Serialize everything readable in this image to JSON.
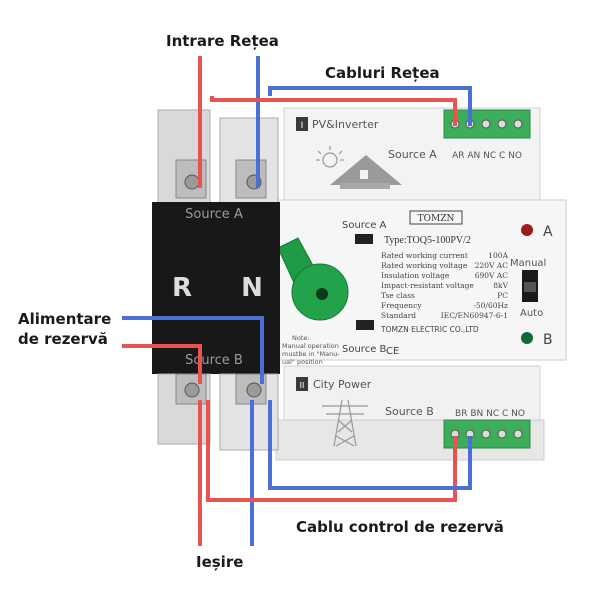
{
  "callouts": {
    "input_mains": "Intrare Rețea",
    "mains_cables": "Cabluri Rețea",
    "backup_supply_line1": "Alimentare",
    "backup_supply_line2": "de rezervă",
    "backup_control_cable": "Cablu control de rezervă",
    "output": "Ieșire"
  },
  "breaker": {
    "source_a_label": "Source A",
    "source_b_label": "Source B",
    "pole_r": "R",
    "pole_n": "N"
  },
  "module": {
    "brand": "TOMZN",
    "model": "Type:TOQ5-100PV/2",
    "panel_a_roman": "I",
    "panel_a_title": "PV&Inverter",
    "panel_a_source": "Source A",
    "panel_b_roman": "II",
    "panel_b_title": "City Power",
    "panel_b_source": "Source B",
    "terminals_a": "AR AN NC C NO",
    "terminals_b": "BR BN NC C NO",
    "switch_source_a": "Source A",
    "switch_source_b": "Source B",
    "ce_mark": "CE",
    "specs": [
      {
        "label": "Rated working current",
        "value": "100A"
      },
      {
        "label": "Rated working voltage",
        "value": "220V AC"
      },
      {
        "label": "Insulation voltage",
        "value": "690V AC"
      },
      {
        "label": "Impact-resistant voltage",
        "value": "8kV"
      },
      {
        "label": "Tse class",
        "value": "PC"
      },
      {
        "label": "Frequency",
        "value": "-50/60Hz"
      },
      {
        "label": "Standard",
        "value": "IEC/EN60947-6-1"
      }
    ],
    "manufacturer": "TOMZN ELECTRIC CO.,LTD",
    "note_line1": "Note:",
    "note_line2": "Manual operation",
    "note_line3": "mustbe in \"Manu-",
    "note_line4": "ual\" position",
    "indicator_a": "A",
    "indicator_b": "B",
    "mode_manual": "Manual",
    "mode_auto": "Auto"
  },
  "colors": {
    "live_wire": "#e8534f",
    "neutral_wire": "#4a6fd8",
    "breaker_body": "#181818",
    "module_body": "#f2f2f2",
    "terminal_green": "#3cae5a",
    "knob_green": "#22a24a",
    "led_red": "#9a1c1c",
    "led_green": "#0f6a38"
  }
}
